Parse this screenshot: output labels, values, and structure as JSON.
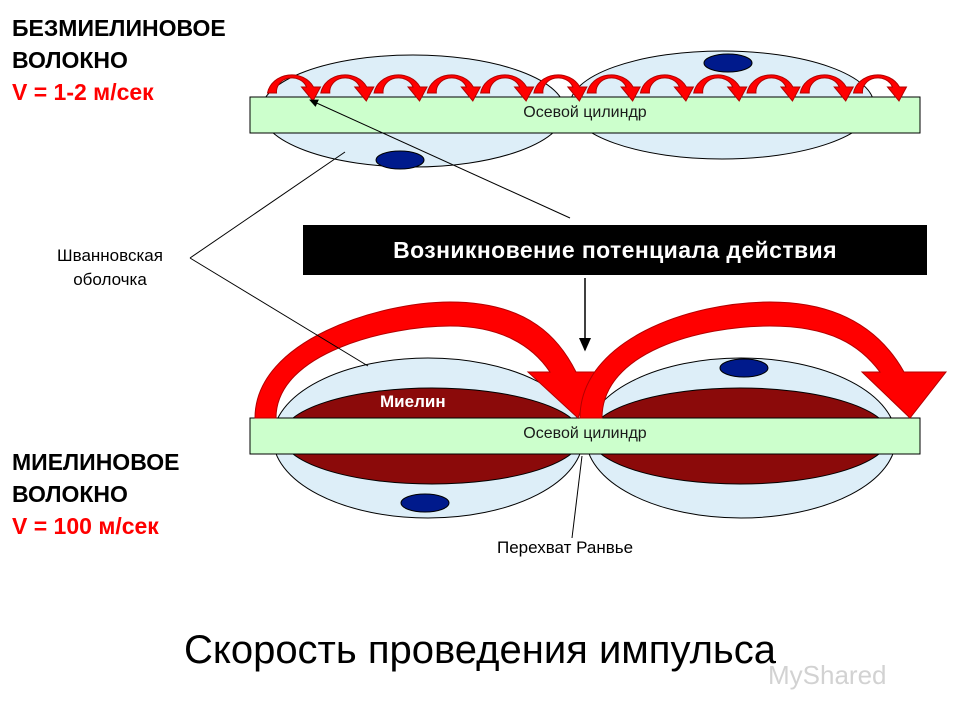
{
  "unmyelinated": {
    "title_line1": "БЕЗМИЕЛИНОВОЕ",
    "title_line2": "ВОЛОКНО",
    "speed": "V = 1-2 м/сек",
    "axon_label": "Осевой цилиндр",
    "arc_count": 12
  },
  "myelinated": {
    "title_line1": "МИЕЛИНОВОЕ",
    "title_line2": "ВОЛОКНО",
    "speed": "V = 100 м/сек",
    "axon_label": "Осевой цилиндр",
    "myelin_label": "Миелин"
  },
  "labels": {
    "schwann_line1": "Шванновская",
    "schwann_line2": "оболочка",
    "action_potential": "Возникновение потенциала действия",
    "ranvier": "Перехват Ранвье"
  },
  "slide_title": "Скорость проведения импульса",
  "watermark": "MyShared",
  "colors": {
    "axon": "#ccffcc",
    "schwann": "#ddeef8",
    "myelin": "#8b0a0a",
    "nucleus": "#001a8c",
    "arrow": "#ff0000",
    "speed_text": "#ff0000",
    "banner": "#000000"
  }
}
